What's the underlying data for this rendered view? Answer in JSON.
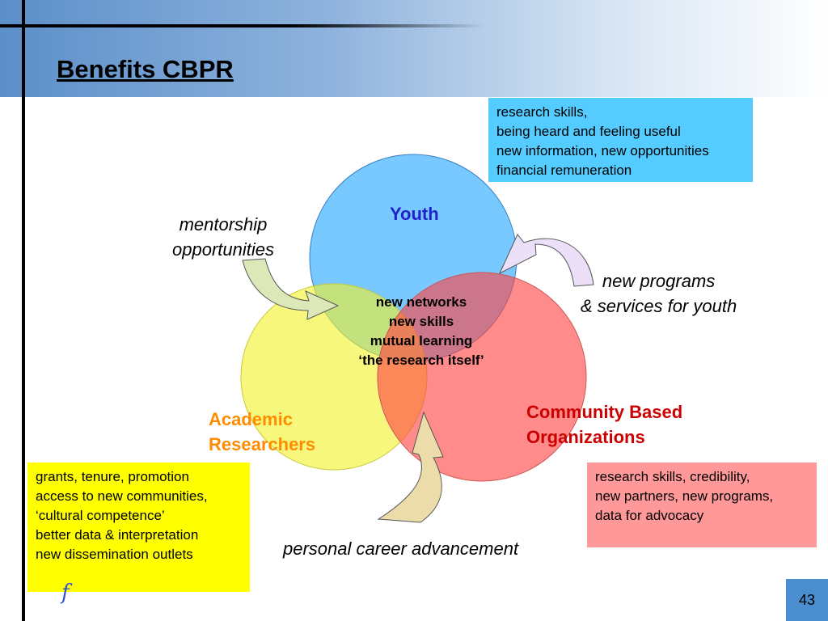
{
  "slide": {
    "title": "Benefits CBPR",
    "slide_number": "43"
  },
  "colors": {
    "youth_circle": "#55bbff",
    "academic_circle": "#f2f22e",
    "community_circle": "#ff4444",
    "youth_box": "#55ccff",
    "academic_box": "#ffff00",
    "community_box": "#ff9999",
    "youth_label": "#2222cc",
    "academic_label": "#ff8c00",
    "community_label": "#cc0000"
  },
  "diagram": {
    "circles": {
      "youth": "Youth",
      "academic": [
        "Academic",
        "Researchers"
      ],
      "community": [
        "Community Based",
        "Organizations"
      ]
    },
    "center": [
      "new networks",
      "new skills",
      "mutual learning",
      "‘the research itself’"
    ],
    "arrows": {
      "mentorship": [
        "mentorship",
        "opportunities"
      ],
      "new_programs": [
        "new programs",
        "& services for youth"
      ],
      "career": "personal career advancement"
    },
    "boxes": {
      "youth": [
        "research skills,",
        "being heard and feeling useful",
        "new information, new opportunities",
        "financial remuneration"
      ],
      "academic": [
        "grants, tenure, promotion",
        "access to new communities,",
        "‘cultural competence’",
        "better data & interpretation",
        "new dissemination outlets"
      ],
      "community": [
        "research skills, credibility,",
        "new partners, new programs,",
        "data for advocacy"
      ]
    }
  }
}
